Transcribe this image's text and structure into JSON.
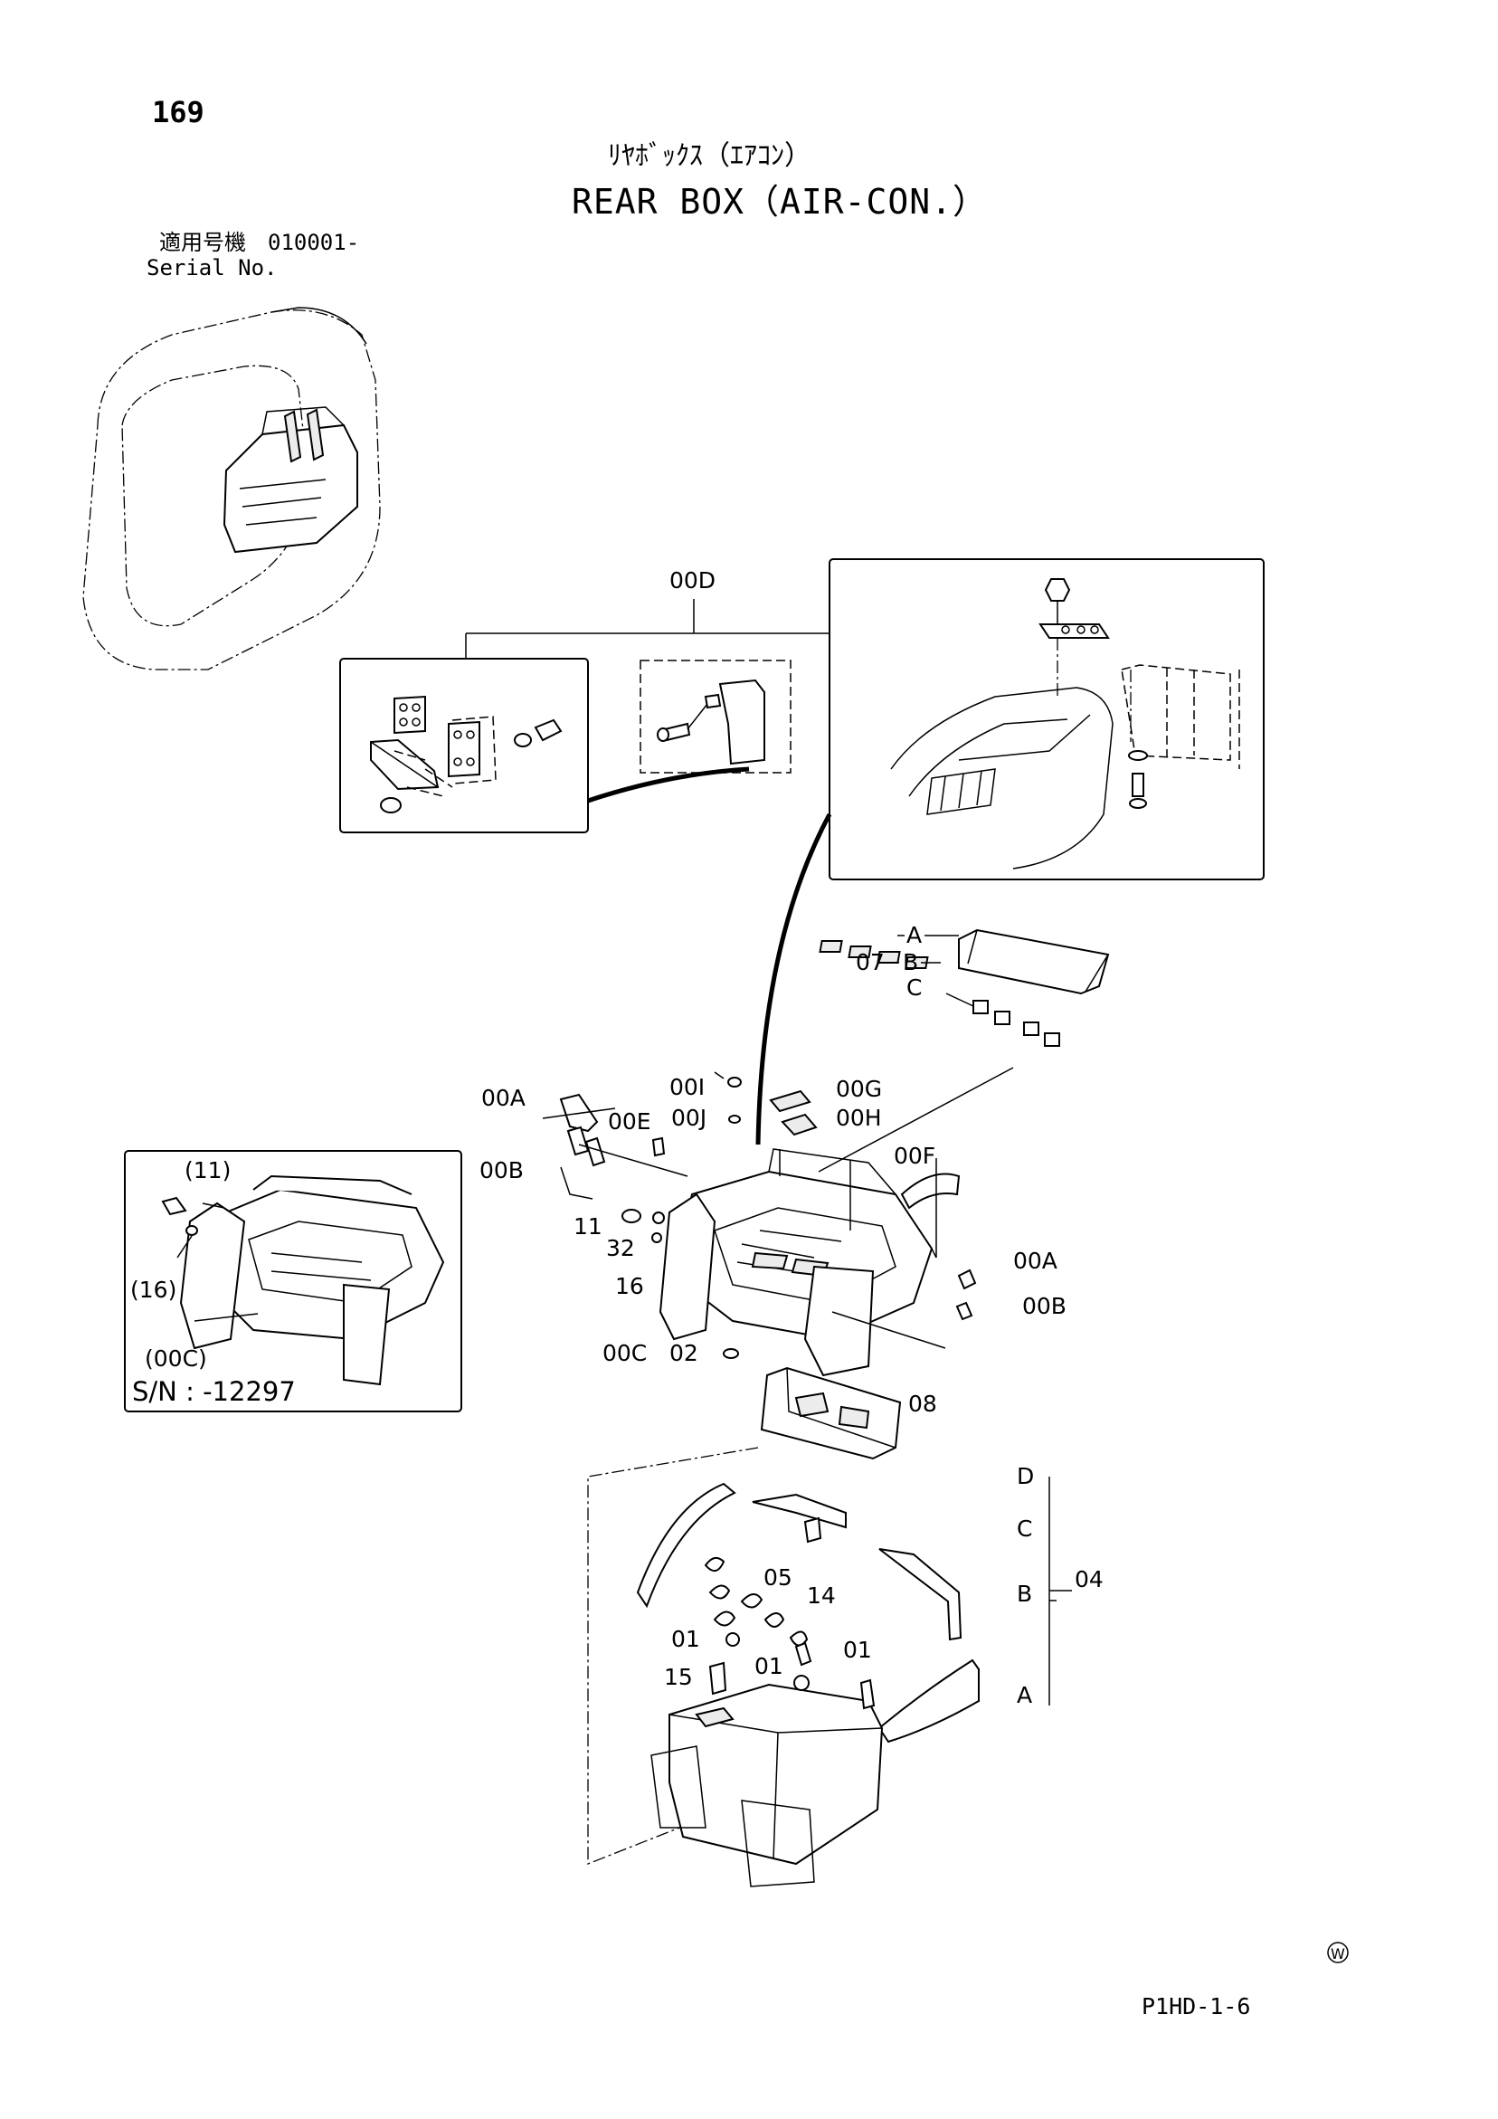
{
  "header": {
    "page_number": "169",
    "title_jp": "ﾘﾔﾎﾞｯｸｽ（ｴｱｺﾝ）",
    "title_en": "REAR BOX（AIR-CON.）",
    "serial_jp": "適用号機　010001-",
    "serial_en": "Serial No."
  },
  "inset": {
    "sn_note": "S/N : -12297",
    "labels": {
      "i11": "(11)",
      "i16": "(16)",
      "i00c": "(00C)"
    }
  },
  "callouts": {
    "c00D": "00D",
    "cA07": "A",
    "c07": "07",
    "cB07": "B",
    "cC07": "C",
    "c00A": "00A",
    "c00I": "00I",
    "c00G": "00G",
    "c00E": "00E",
    "c00J": "00J",
    "c00H": "00H",
    "c00B": "00B",
    "c00F": "00F",
    "c11": "11",
    "c32": "32",
    "c16": "16",
    "c00A2": "00A",
    "c00B2": "00B",
    "c00C": "00C",
    "c02": "02",
    "c08": "08",
    "cD04": "D",
    "cC04": "C",
    "cB04": "B",
    "c04": "04",
    "cA04": "A",
    "c05": "05",
    "c14": "14",
    "c01a": "01",
    "c15": "15",
    "c01b": "01",
    "c01c": "01"
  },
  "footer": {
    "code": "P1HD-1-6"
  },
  "icons": {
    "watermark": "circled-w-mark"
  }
}
